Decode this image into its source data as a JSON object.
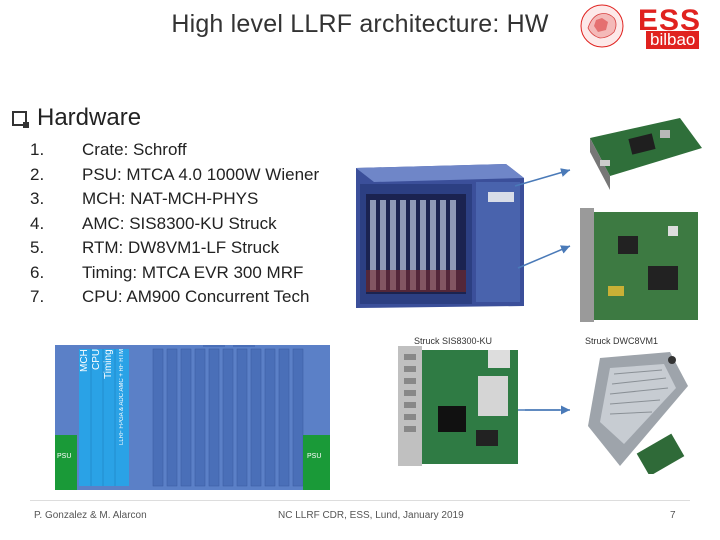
{
  "slide": {
    "title": "High level LLRF architecture: HW",
    "section_heading": "Hardware",
    "list_numbers": [
      "1.",
      "2.",
      "3.",
      "4.",
      "5.",
      "6.",
      "7."
    ],
    "list_items": [
      "Crate: Schroff",
      "PSU: MTCA 4.0 1000W Wiener",
      "MCH: NAT-MCH-PHYS",
      "AMC: SIS8300-KU Struck",
      "RTM: DW8VM1-LF Struck",
      "Timing: MTCA EVR 300 MRF",
      "CPU: AM900 Concurrent Tech"
    ]
  },
  "logos": {
    "ess": "ESS",
    "ess_sub": "bilbao"
  },
  "images": {
    "struck_sis_label": "Struck SIS8300-KU",
    "struck_dwc_label": "Struck DWC8VM1"
  },
  "diagram": {
    "psu_left": "PSU",
    "psu_right": "PSU",
    "slot_labels": [
      "MCH",
      "CPU",
      "Timing",
      "LLRF FPGA & ADC AMC + RF RTM"
    ]
  },
  "footer": {
    "authors": "P. Gonzalez & M. Alarcon",
    "event": "NC LLRF CDR, ESS, Lund, January 2019",
    "page": "7"
  },
  "colors": {
    "psu_green": "#1a9a38",
    "slot_blue": "#2aa2e6",
    "crate_blue": "#5b80c7",
    "crate_slot": "#4a6fb8",
    "ess_red": "#e0221f",
    "arrow_blue": "#4a7ab8"
  }
}
